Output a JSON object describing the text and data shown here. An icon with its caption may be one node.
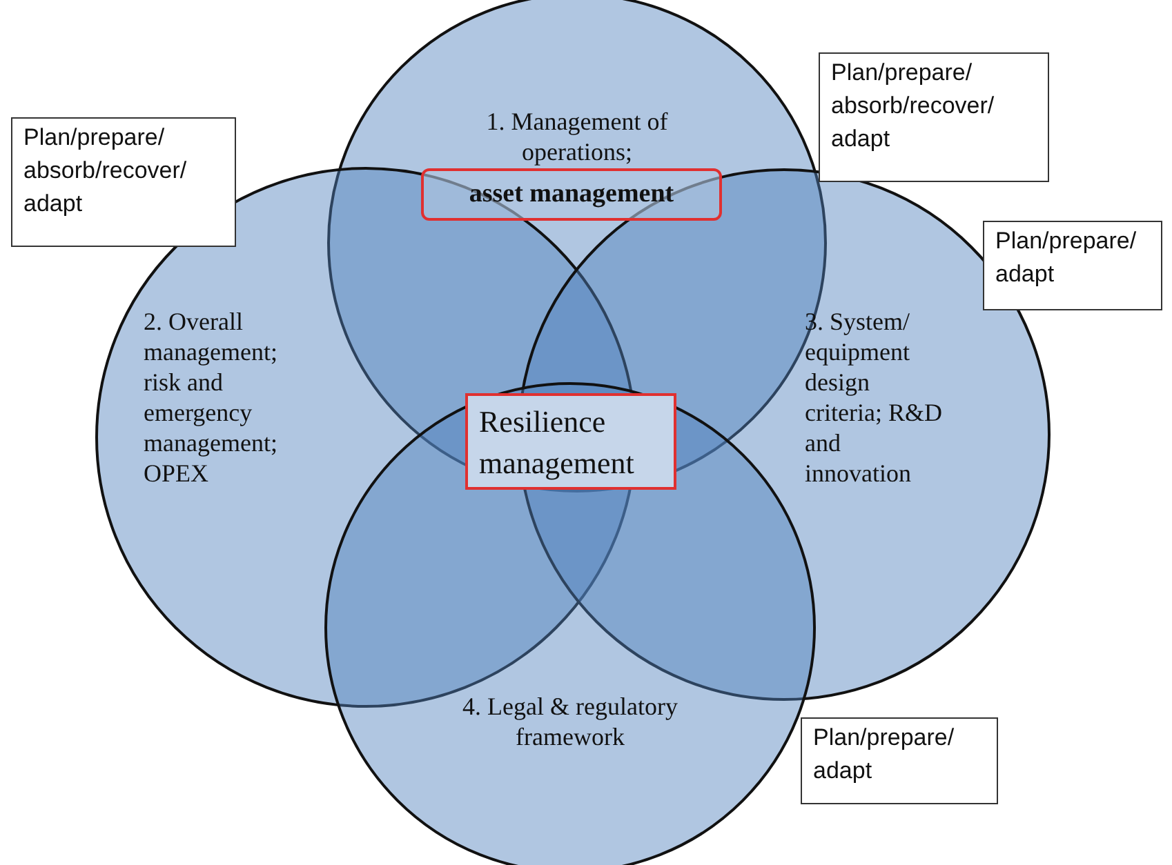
{
  "diagram": {
    "nodes": [
      {
        "text": [
          "1. Management of operations;"
        ]
      },
      {
        "text": [
          "asset management"
        ],
        "in": 0
      },
      {
        "text": [
          "Plan/prepare/ absorb/recover/ adapt"
        ]
      },
      {
        "text": [
          "Plan/prepare/ absorb/recover/ adapt"
        ]
      },
      {
        "text": [
          "2. Overall management; risk and emergency management; OPEX"
        ]
      },
      {
        "text": [
          "Plan/prepare/ adapt"
        ]
      },
      {
        "text": [
          "3. System/ equipment design criteria; R&D and innovation"
        ]
      },
      {
        "text": [
          "Resilience management"
        ]
      },
      {
        "text": [
          "4. Legal & regulatory framework"
        ]
      },
      {
        "text": [
          "Plan/prepare/ adapt"
        ]
      }
    ]
  }
}
